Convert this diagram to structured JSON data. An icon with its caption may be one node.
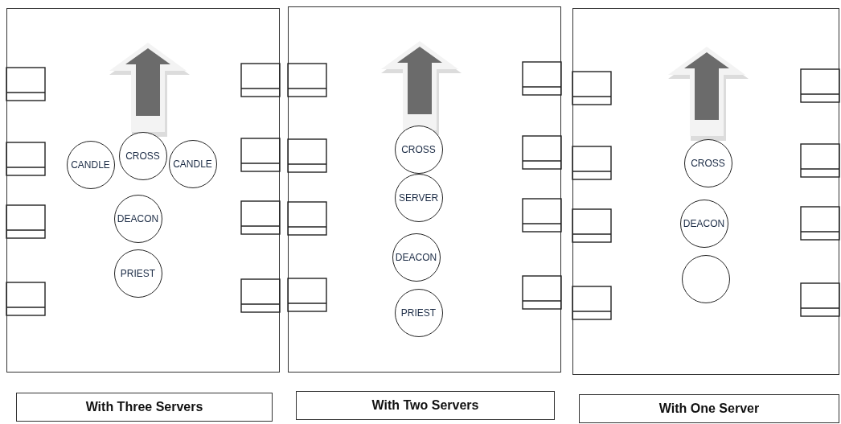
{
  "diagram": {
    "nodes": [
      {
        "text": [],
        "shape": "box"
      },
      {
        "text": [
          "CANDLE"
        ],
        "in": 0
      },
      {
        "text": [
          "CROSS"
        ],
        "in": 0
      },
      {
        "text": [
          "CANDLE"
        ],
        "in": 0
      },
      {
        "text": [
          "DEACON"
        ],
        "in": 0
      },
      {
        "text": [
          "PRIEST"
        ],
        "in": 0
      },
      {
        "text": [],
        "shape": "box"
      },
      {
        "text": [
          "CROSS"
        ],
        "in": 6
      },
      {
        "text": [
          "SERVER"
        ],
        "in": 6
      },
      {
        "text": [
          "DEACON"
        ],
        "in": 6
      },
      {
        "text": [
          "PRIEST"
        ],
        "in": 6
      },
      {
        "text": [],
        "shape": "box"
      },
      {
        "text": [
          "CROSS"
        ],
        "in": 11
      },
      {
        "text": [
          "DEACON"
        ],
        "in": 11
      },
      {
        "text": [],
        "shape": "circle",
        "in": 11
      },
      {
        "text": [
          "With Three Servers"
        ]
      },
      {
        "text": [
          "With Two Servers"
        ]
      },
      {
        "text": [
          "With One Server"
        ]
      }
    ]
  }
}
